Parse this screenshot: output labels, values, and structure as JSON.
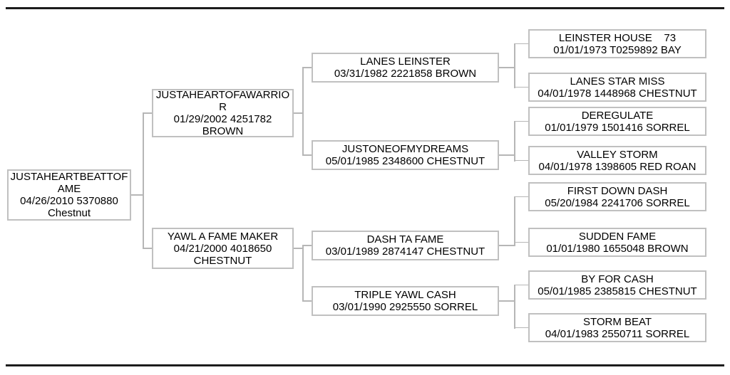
{
  "page": {
    "background": "#ffffff",
    "rule_color": "#1c1c1c",
    "box_border_color": "#c0c0c0",
    "connector_color": "#b6b6b6",
    "text_color": "#000000"
  },
  "pedigree": {
    "description": "4-generation horse pedigree chart",
    "nodes": [
      {
        "id": "subject",
        "role": "subject",
        "lines": [
          "JUSTAHEARTBEATTOF",
          "AME",
          "04/26/2010 5370880",
          "Chestnut"
        ]
      },
      {
        "id": "sire",
        "role": "sire",
        "lines": [
          "JUSTAHEARTOFAWARRIO",
          "R",
          "01/29/2002 4251782",
          "BROWN"
        ]
      },
      {
        "id": "dam",
        "role": "dam",
        "lines": [
          "YAWL A FAME MAKER",
          "04/21/2000 4018650",
          "CHESTNUT"
        ]
      },
      {
        "id": "sire_sire",
        "role": "sire-of-sire",
        "lines": [
          "LANES LEINSTER",
          "03/31/1982 2221858 BROWN"
        ]
      },
      {
        "id": "sire_dam",
        "role": "dam-of-sire",
        "lines": [
          "JUSTONEOFMYDREAMS",
          "05/01/1985 2348600 CHESTNUT"
        ]
      },
      {
        "id": "dam_sire",
        "role": "sire-of-dam",
        "lines": [
          "DASH TA FAME",
          "03/01/1989 2874147 CHESTNUT"
        ]
      },
      {
        "id": "dam_dam",
        "role": "dam-of-dam",
        "lines": [
          "TRIPLE YAWL CASH",
          "03/01/1990 2925550 SORREL"
        ]
      },
      {
        "id": "ss_sire",
        "role": "sire-of-sire-of-sire",
        "lines": [
          "LEINSTER HOUSE    73",
          "01/01/1973 T0259892 BAY"
        ]
      },
      {
        "id": "ss_dam",
        "role": "dam-of-sire-of-sire",
        "lines": [
          "LANES STAR MISS",
          "04/01/1978 1448968 CHESTNUT"
        ]
      },
      {
        "id": "sd_sire",
        "role": "sire-of-dam-of-sire",
        "lines": [
          "DEREGULATE",
          "01/01/1979 1501416 SORREL"
        ]
      },
      {
        "id": "sd_dam",
        "role": "dam-of-dam-of-sire",
        "lines": [
          "VALLEY STORM",
          "04/01/1978 1398605 RED ROAN"
        ]
      },
      {
        "id": "ds_sire",
        "role": "sire-of-sire-of-dam",
        "lines": [
          "FIRST DOWN DASH",
          "05/20/1984 2241706 SORREL"
        ]
      },
      {
        "id": "ds_dam",
        "role": "dam-of-sire-of-dam",
        "lines": [
          "SUDDEN FAME",
          "01/01/1980 1655048 BROWN"
        ]
      },
      {
        "id": "dd_sire",
        "role": "sire-of-dam-of-dam",
        "lines": [
          "BY FOR CASH",
          "05/01/1985 2385815 CHESTNUT"
        ]
      },
      {
        "id": "dd_dam",
        "role": "dam-of-dam-of-dam",
        "lines": [
          "STORM BEAT",
          "04/01/1983 2550711 SORREL"
        ]
      }
    ]
  }
}
